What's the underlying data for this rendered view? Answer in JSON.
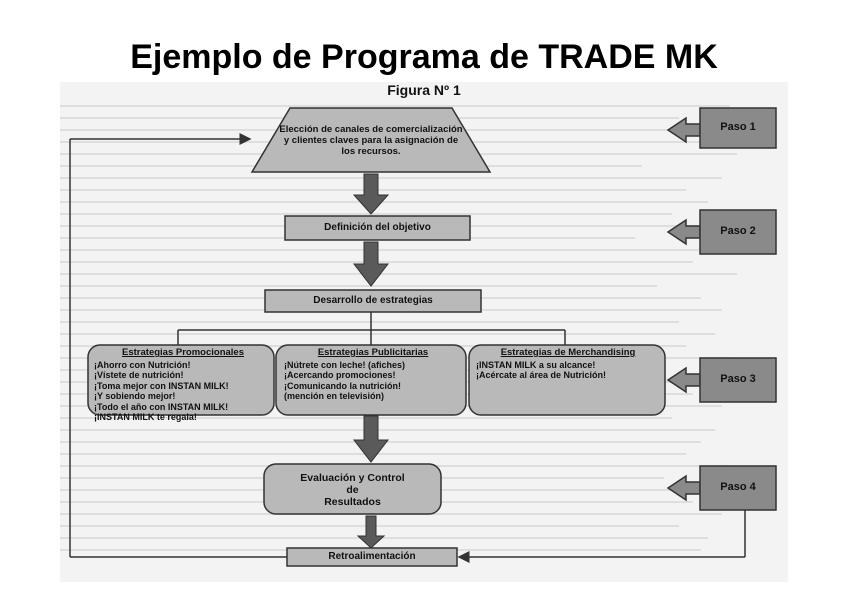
{
  "slide": {
    "title": "Ejemplo de Programa de TRADE MK"
  },
  "figure": {
    "title": "Figura Nº 1"
  },
  "flow": {
    "step1_text": "Elección de canales de comercialización y clientes claves para la asignación de los recursos.",
    "step2_text": "Definición del objetivo",
    "step3_text": "Desarrollo de estrategias",
    "step4_text_lines": [
      "Evaluación y Control",
      "de",
      "Resultados"
    ],
    "feedback_text": "Retroalimentación"
  },
  "strategies": [
    {
      "heading": "Estrategias Promocionales",
      "items": [
        "¡Ahorro con Nutrición!",
        "¡Vístete de nutrición!",
        "¡Toma mejor con INSTAN MILK!",
        "¡Y sobiendo mejor!",
        "¡Todo el año con INSTAN MILK!",
        "¡INSTAN MILK te regala!"
      ]
    },
    {
      "heading": "Estrategias Publicitarias",
      "items": [
        "¡Nútrete con leche! (afiches)",
        "¡Acercando promociones!",
        "¡Comunicando la nutrición!",
        "(mención en televisión)"
      ]
    },
    {
      "heading": "Estrategias de Merchandising",
      "items": [
        "¡INSTAN MILK a su alcance!",
        "¡Acércate al área de Nutrición!"
      ]
    }
  ],
  "pasos": [
    "Paso 1",
    "Paso 2",
    "Paso 3",
    "Paso 4"
  ],
  "colors": {
    "box_fill": "#b9b9b9",
    "paso_fill": "#8a8a8a",
    "arrow": "#555555"
  }
}
